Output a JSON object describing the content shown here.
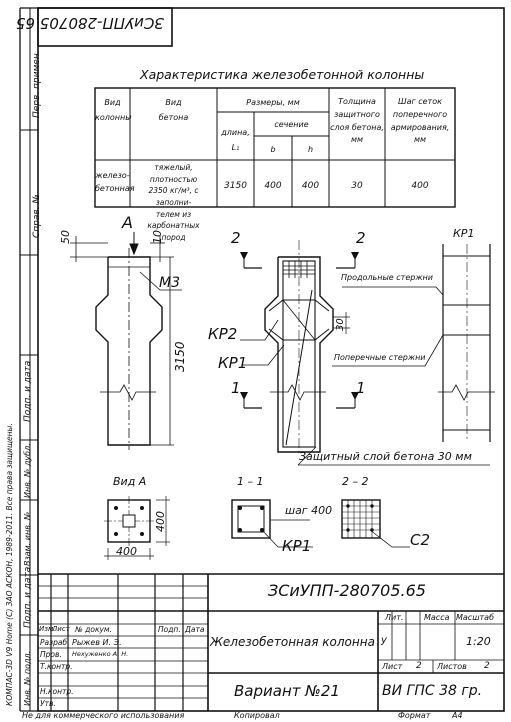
{
  "top_code": "ЗСиУПП-280705.65",
  "table": {
    "title": "Характеристика железобетонной колонны",
    "h_kind1": "Вид",
    "h_kind2": "колонны",
    "h_concrete1": "Вид",
    "h_concrete2": "бетона",
    "h_sizes": "Размеры, мм",
    "h_length1": "длина,",
    "h_length2": "L₁",
    "h_section": "сечение",
    "h_b": "b",
    "h_h": "h",
    "h_cover1": "Толщина",
    "h_cover2": "защитного",
    "h_cover3": "слоя бетона,",
    "h_cover4": "мм",
    "h_mesh1": "Шаг сеток",
    "h_mesh2": "поперечного",
    "h_mesh3": "армирования,",
    "h_mesh4": "мм",
    "r_kind1": "железо-",
    "r_kind2": "бетонная",
    "r_con1": "тяжелый, плотностью",
    "r_con2": "2350 кг/м³, с заполни-",
    "r_con3": "телем из карбонатных",
    "r_con4": "пород",
    "r_length": "3150",
    "r_b": "400",
    "r_h": "400",
    "r_cover": "30",
    "r_mesh": "400"
  },
  "drawing": {
    "dim_50": "50",
    "dim_10": "10",
    "label_A": "A",
    "label_M3": "М3",
    "dim_3150": "3150",
    "label_KP2": "КР2",
    "label_KP1": "КР1",
    "dim_30": "30",
    "sec2_left": "2",
    "sec2_right": "2",
    "sec1_left": "1",
    "sec1_right": "1",
    "kp1_top": "КР1",
    "longitudinal": "Продольные стержни",
    "transverse": "Поперечные стержни",
    "cover_note": "Защитный слой бетона 30 мм",
    "view_A": "Вид А",
    "dim_400_a": "400",
    "dim_400_b": "400",
    "sec11": "1 – 1",
    "sec22": "2 – 2",
    "step": "шаг 400",
    "kp1_bottom": "КР1",
    "c2": "С2"
  },
  "side": {
    "perv": "Перв. примен.",
    "sprav": "Справ. №",
    "podp_data1": "Подп. и дата",
    "inv_dubl": "Инв. № дубл.",
    "vzam": "Взам. инв. №",
    "podp_data2": "Подп. и дата",
    "inv_podl": "Инв. № подл.",
    "copyright": "КОМПАС-3D V9 Home (С) ЗАО АСКОН, 1989-2011. Все права защищены."
  },
  "stamp": {
    "code": "ЗСиУПП-280705.65",
    "h_izm": "Изм.",
    "h_list": "Лист",
    "h_ndok": "№ докум.",
    "h_podp": "Подп.",
    "h_data": "Дата",
    "razrab": "Разраб.",
    "razrab_name": "Рыжев И. Э.",
    "prov": "Пров.",
    "prov_name": "Нехуженко А. Н.",
    "tkontr": "Т.контр.",
    "nkontr": "Н.контр.",
    "utv": "Утв.",
    "name": "Железобетонная колонна",
    "lit": "Лит.",
    "massa": "Масса",
    "masshtab": "Масштаб",
    "lit_val": "у",
    "scale": "1:20",
    "list_label": "Лист",
    "list_val": "2",
    "listov_label": "Листов",
    "listov_val": "2",
    "variant": "Вариант №21",
    "group": "ВИ ГПС 38 гр."
  },
  "footer": {
    "noncommercial": "Не для коммерческого использования",
    "kopiroval": "Копировал",
    "format_label": "Формат",
    "format_val": "А4"
  }
}
